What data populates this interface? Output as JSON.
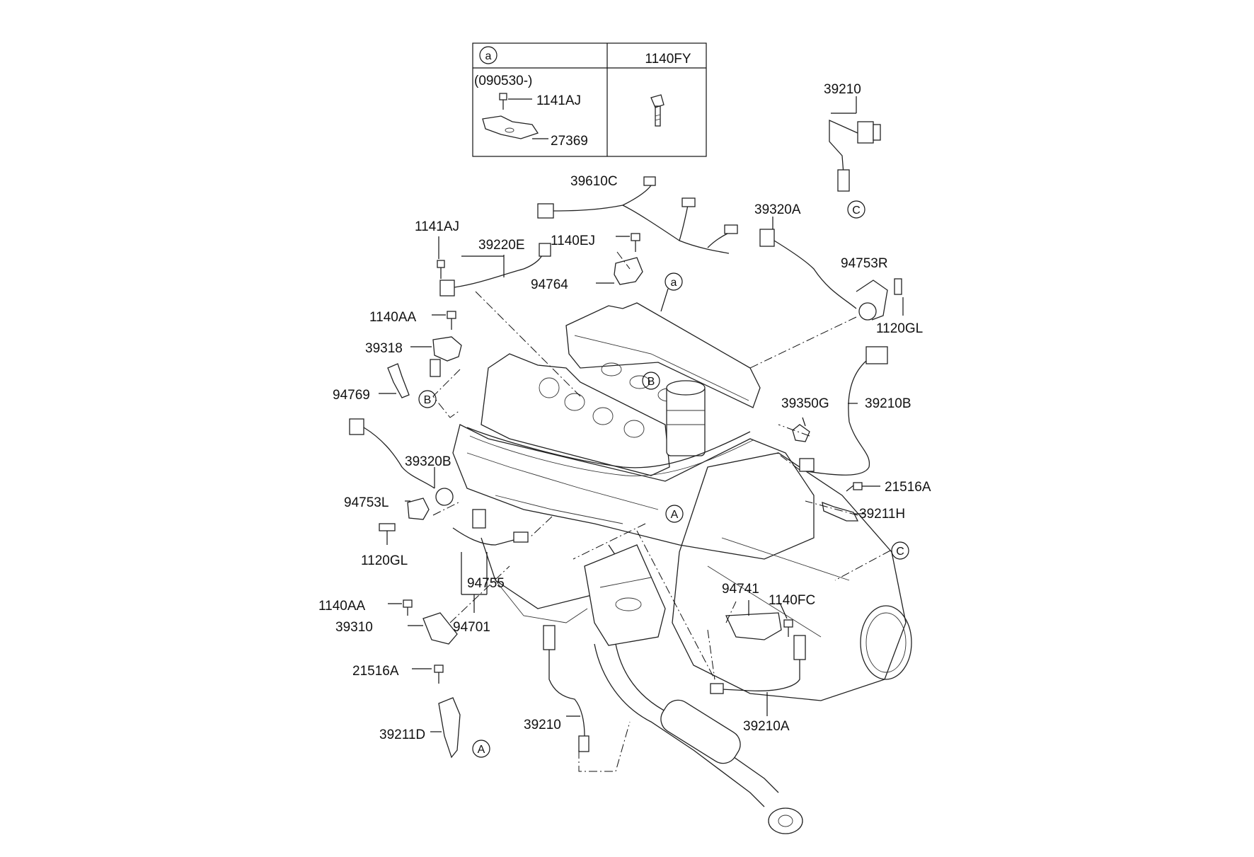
{
  "inset": {
    "ref_letter": "a",
    "header_part": "1140FY",
    "date_note": "(090530-)",
    "bolt_label": "1141AJ",
    "bracket_label": "27369"
  },
  "ref_markers": {
    "a": "a",
    "A": "A",
    "B": "B",
    "C": "C"
  },
  "labels": [
    {
      "id": "39210-top",
      "text": "39210"
    },
    {
      "id": "39610C",
      "text": "39610C"
    },
    {
      "id": "39320A",
      "text": "39320A"
    },
    {
      "id": "1141AJ",
      "text": "1141AJ"
    },
    {
      "id": "39220E",
      "text": "39220E"
    },
    {
      "id": "1140EJ",
      "text": "1140EJ"
    },
    {
      "id": "94764",
      "text": "94764"
    },
    {
      "id": "94753R",
      "text": "94753R"
    },
    {
      "id": "1120GL-right",
      "text": "1120GL"
    },
    {
      "id": "1140AA-top",
      "text": "1140AA"
    },
    {
      "id": "39318",
      "text": "39318"
    },
    {
      "id": "94769",
      "text": "94769"
    },
    {
      "id": "39350G",
      "text": "39350G"
    },
    {
      "id": "39210B",
      "text": "39210B"
    },
    {
      "id": "39320B",
      "text": "39320B"
    },
    {
      "id": "94753L",
      "text": "94753L"
    },
    {
      "id": "21516A-right",
      "text": "21516A"
    },
    {
      "id": "39211H",
      "text": "39211H"
    },
    {
      "id": "1120GL-left",
      "text": "1120GL"
    },
    {
      "id": "94755",
      "text": "94755"
    },
    {
      "id": "94741",
      "text": "94741"
    },
    {
      "id": "1140FC",
      "text": "1140FC"
    },
    {
      "id": "1140AA-bottom",
      "text": "1140AA"
    },
    {
      "id": "39310",
      "text": "39310"
    },
    {
      "id": "94701",
      "text": "94701"
    },
    {
      "id": "21516A-left",
      "text": "21516A"
    },
    {
      "id": "39210-bottom",
      "text": "39210"
    },
    {
      "id": "39210A",
      "text": "39210A"
    },
    {
      "id": "39211D",
      "text": "39211D"
    }
  ]
}
